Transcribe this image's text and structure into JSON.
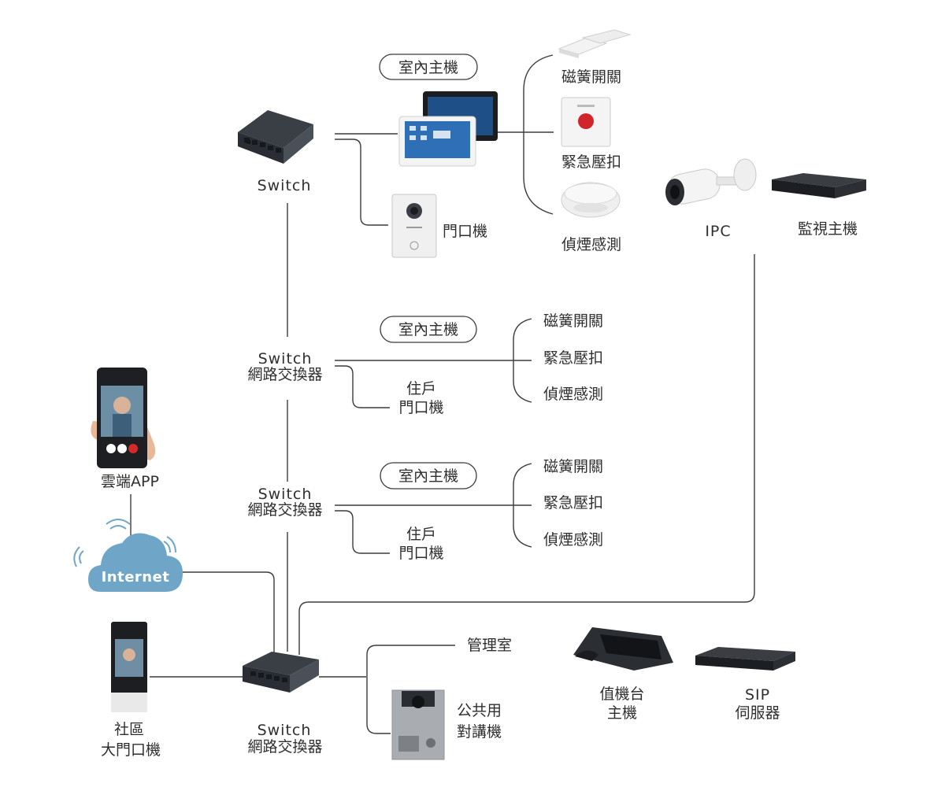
{
  "top": {
    "switch": "Switch",
    "indoor_pill": "室內主機",
    "door_station": "門口機",
    "sensors": [
      "磁簧開關",
      "緊急壓扣",
      "偵煙感測"
    ],
    "ipc": "IPC",
    "nvr": "監視主機"
  },
  "floor_1": {
    "switch": [
      "Switch",
      "網路交換器"
    ],
    "indoor_pill": "室內主機",
    "sensors": [
      "磁簧開關",
      "緊急壓扣",
      "偵煙感測"
    ],
    "resident_door": [
      "住戶",
      "門口機"
    ]
  },
  "floor_2": {
    "switch": [
      "Switch",
      "網路交換器"
    ],
    "indoor_pill": "室內主機",
    "sensors": [
      "磁簧開關",
      "緊急壓扣",
      "偵煙感測"
    ],
    "resident_door": [
      "住戶",
      "門口機"
    ]
  },
  "cloud": {
    "app": "雲端APP",
    "internet": "Internet"
  },
  "bottom": {
    "community_gate": [
      "社區",
      "大門口機"
    ],
    "switch": [
      "Switch",
      "網路交換器"
    ],
    "management": "管理室",
    "public_intercom": [
      "公共用",
      "對講機"
    ],
    "console": [
      "值機台",
      "主機"
    ],
    "sip": [
      "SIP",
      "伺服器"
    ]
  },
  "colors": {
    "line": "#3b3b3b",
    "text": "#2f2f2f",
    "cloud": "#6fa6c8",
    "cloud_text": "#ffffff",
    "device_dark": "#2b2f35",
    "device_light": "#f1f1f1"
  }
}
